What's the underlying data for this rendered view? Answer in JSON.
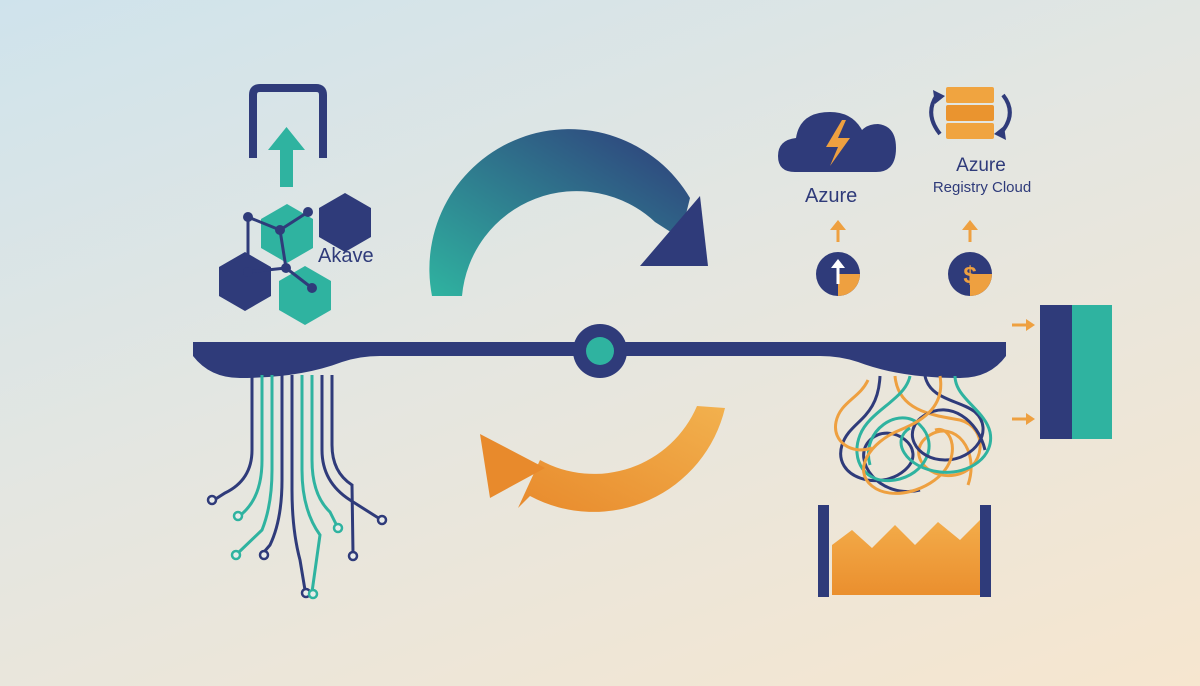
{
  "labels": {
    "akave": "Akave",
    "azure": "Azure",
    "azure_registry_title": "Azure",
    "azure_registry_sub": "Registry Cloud"
  },
  "icons": {
    "upload": "upload-arrow-icon",
    "hexagon_cluster": "hexagon-network-icon",
    "cloud": "cloud-lightning-icon",
    "server_stack": "server-stack-sync-icon",
    "balance_scale": "balance-beam-icon",
    "cycle": "sync-arrows-icon",
    "tangle": "tangled-wires-icon",
    "bin": "overflow-bin-icon",
    "exit_door": "exit-door-icon",
    "pie_up": "pie-up-arrow-icon",
    "pie_dollar": "pie-dollar-icon"
  },
  "colors": {
    "navy": "#2f3b7a",
    "teal": "#2fb3a0",
    "orange": "#eea040",
    "background_top": "#cfe3ec",
    "background_bottom": "#f6e6cf"
  }
}
